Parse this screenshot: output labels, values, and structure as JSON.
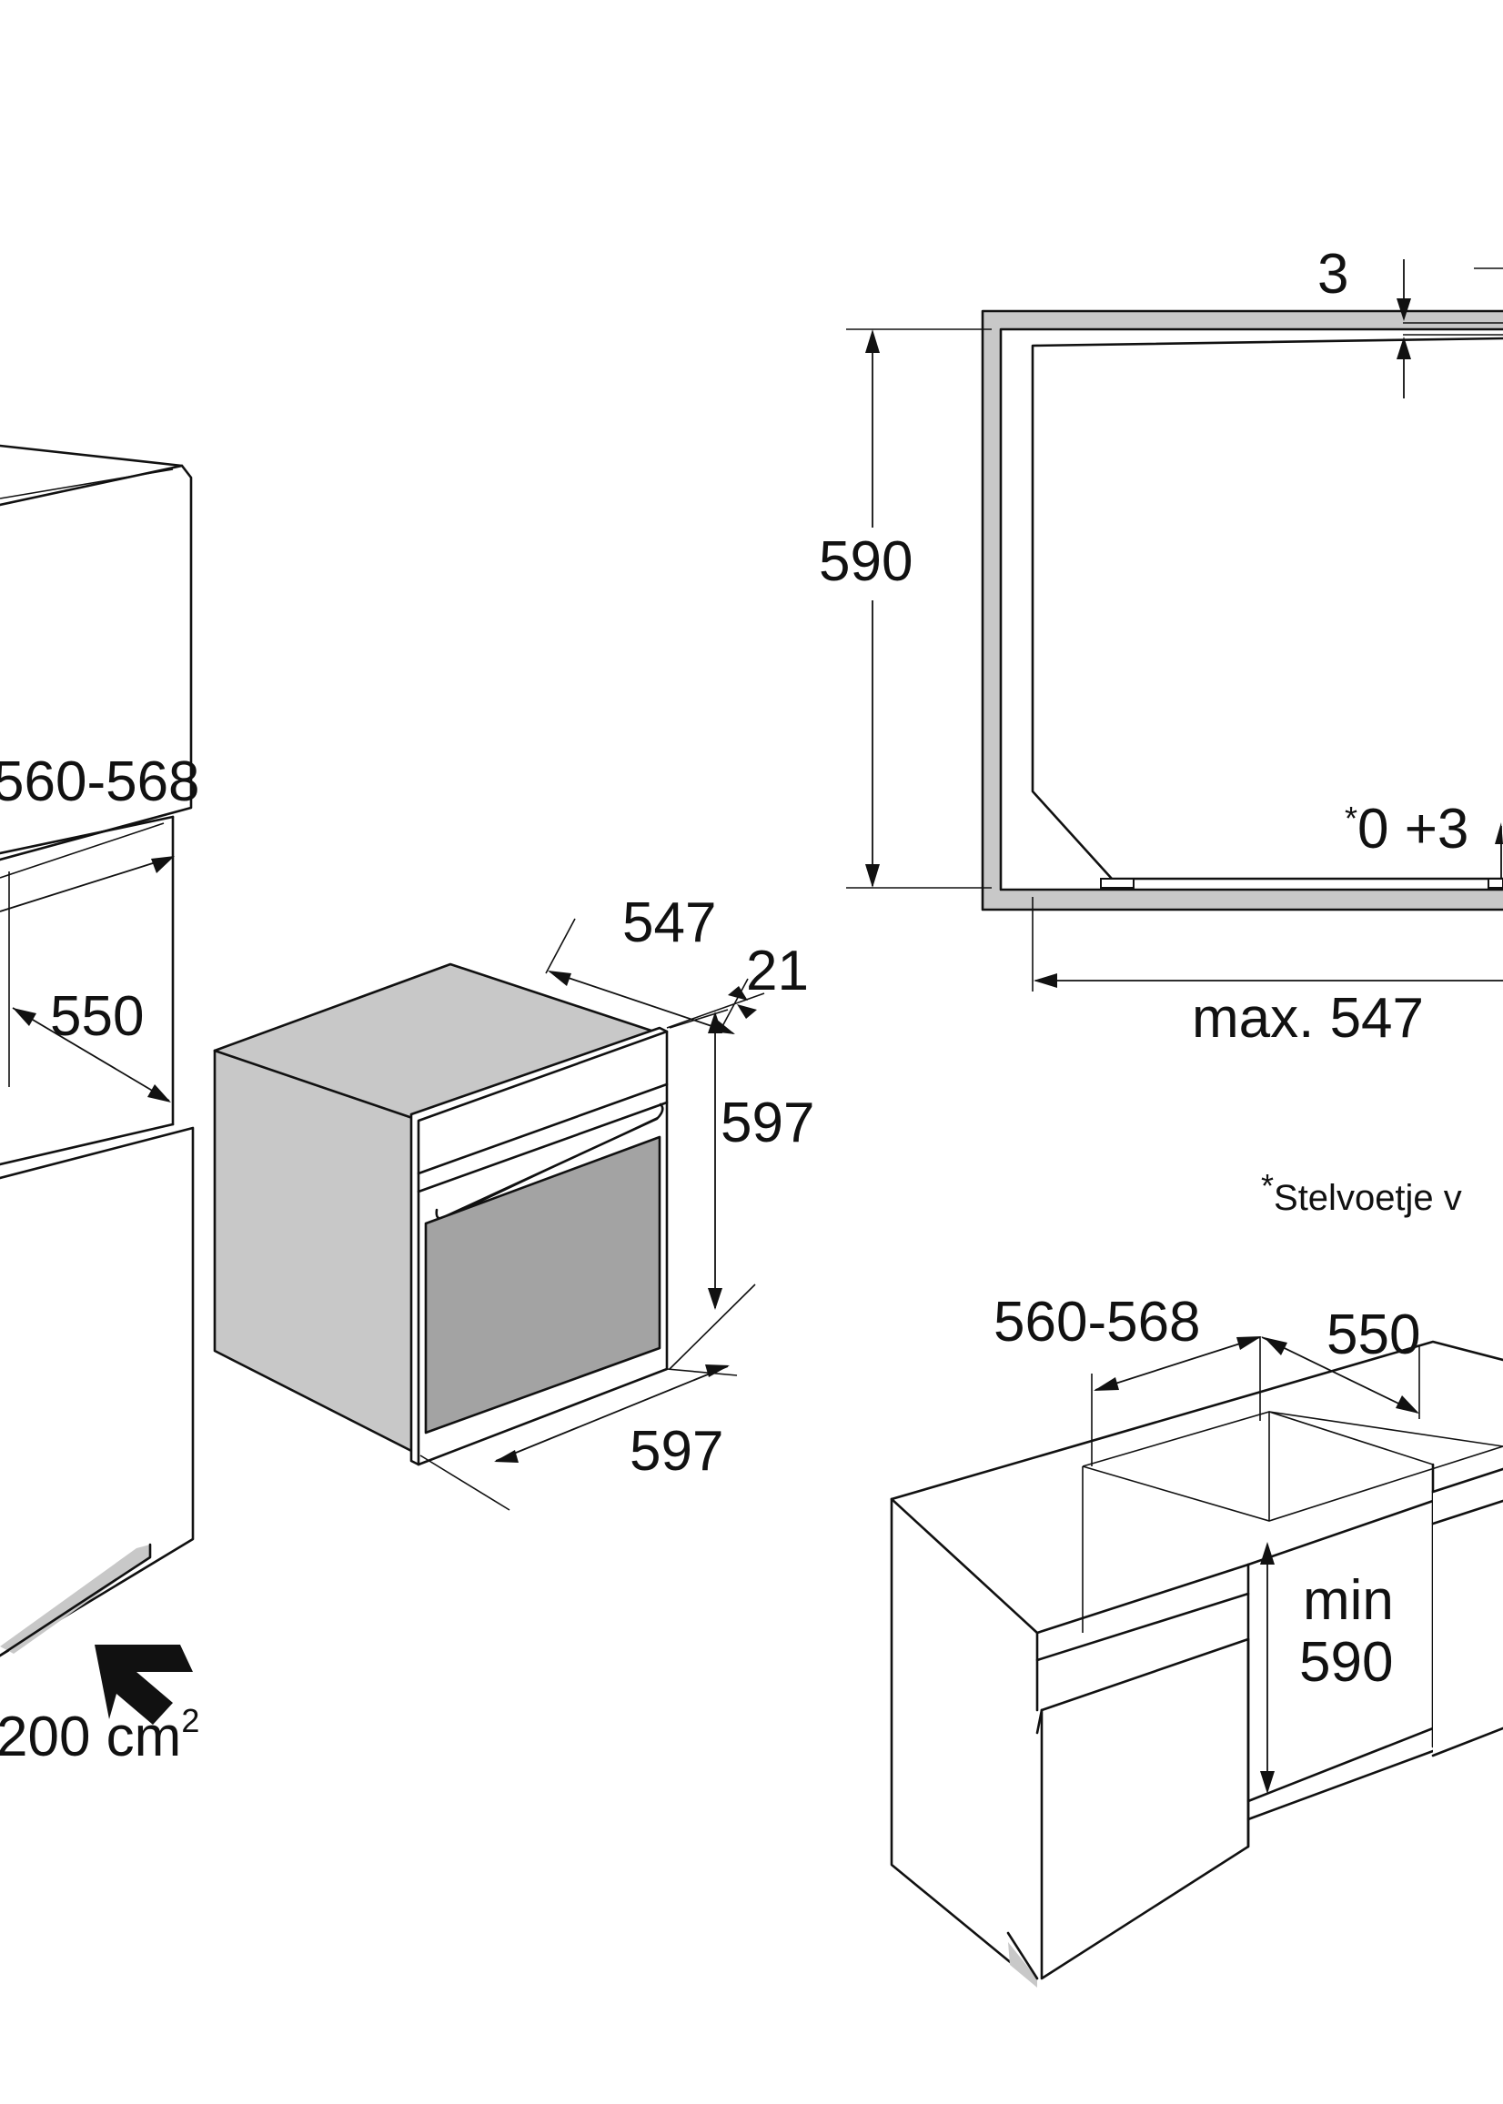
{
  "labels": {
    "left_cabinet_width": "560-568",
    "left_cabinet_depth": "550",
    "ventilation": "200 cm",
    "ventilation_exp": "2",
    "oven_depth": "547",
    "oven_front_depth": "21",
    "oven_height": "597",
    "oven_width": "597",
    "niche_height": "590",
    "top_gap": "3",
    "foot_note_star": "*",
    "foot_adjust": "0 +3",
    "max_depth": "max. 547",
    "footnote_star": "*",
    "footnote_text": "Stelvoetje v",
    "base_cabinet_width": "560-568",
    "base_cabinet_depth": "550",
    "min_label": "min",
    "min_height": "590"
  },
  "colors": {
    "line": "#111111",
    "panel_grey": "#c8c8c8",
    "glass_grey": "#a3a3a3"
  },
  "icons": {
    "airflow": "arrow-airflow-icon"
  }
}
